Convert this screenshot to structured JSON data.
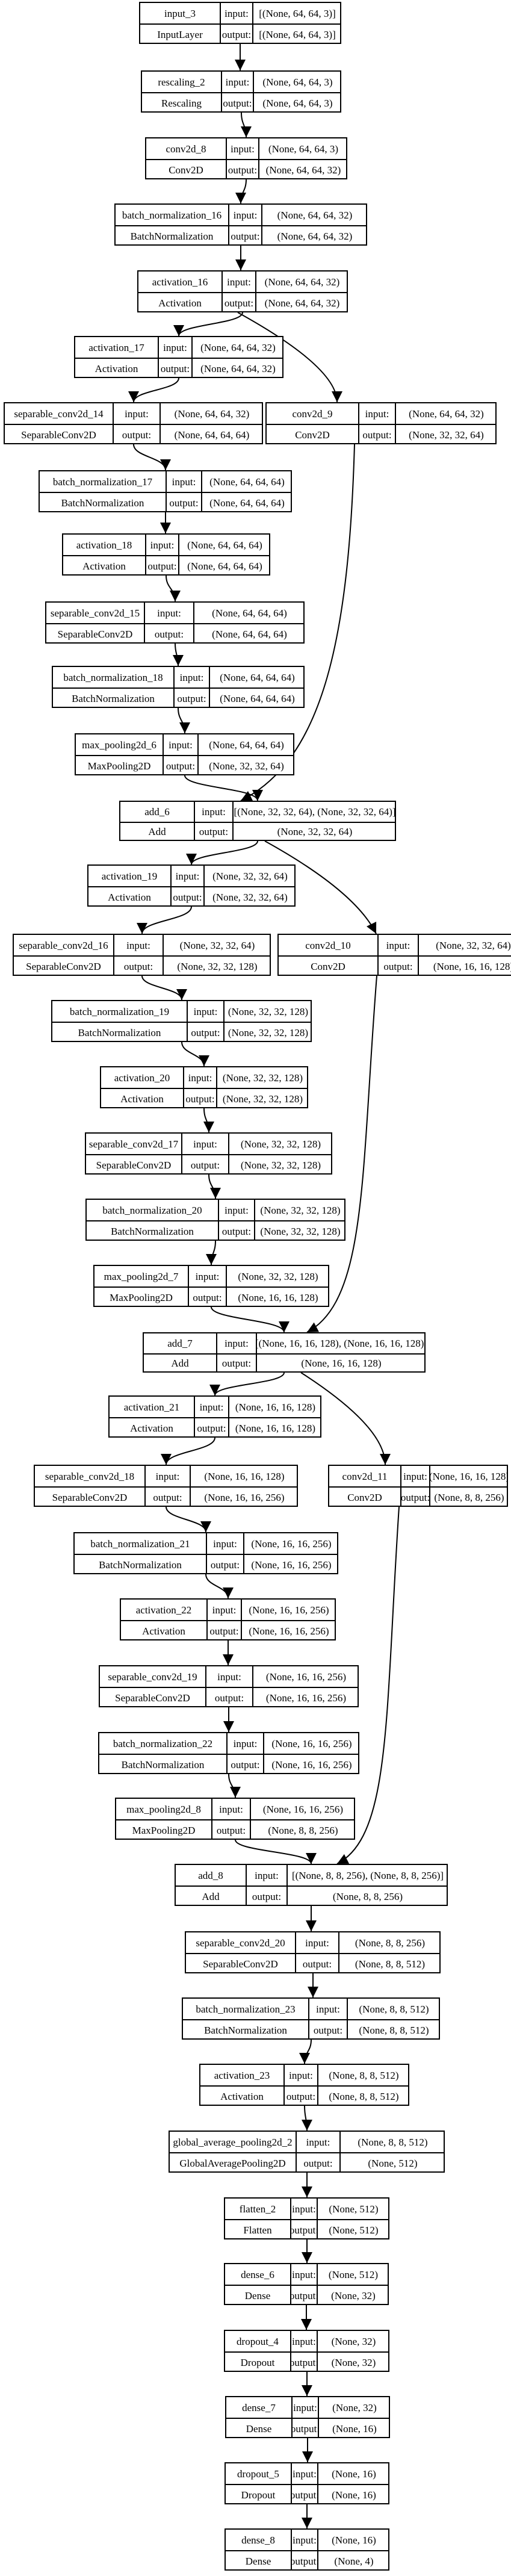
{
  "labels": {
    "input": "input:",
    "output": "output:"
  },
  "nodes": [
    {
      "id": "input_3",
      "name": "input_3",
      "type": "InputLayer",
      "input": "[(None, 64, 64, 3)]",
      "output": "[(None, 64, 64, 3)]"
    },
    {
      "id": "rescaling_2",
      "name": "rescaling_2",
      "type": "Rescaling",
      "input": "(None, 64, 64, 3)",
      "output": "(None, 64, 64, 3)"
    },
    {
      "id": "conv2d_8",
      "name": "conv2d_8",
      "type": "Conv2D",
      "input": "(None, 64, 64, 3)",
      "output": "(None, 64, 64, 32)"
    },
    {
      "id": "batch_normalization_16",
      "name": "batch_normalization_16",
      "type": "BatchNormalization",
      "input": "(None, 64, 64, 32)",
      "output": "(None, 64, 64, 32)"
    },
    {
      "id": "activation_16",
      "name": "activation_16",
      "type": "Activation",
      "input": "(None, 64, 64, 32)",
      "output": "(None, 64, 64, 32)"
    },
    {
      "id": "activation_17",
      "name": "activation_17",
      "type": "Activation",
      "input": "(None, 64, 64, 32)",
      "output": "(None, 64, 64, 32)"
    },
    {
      "id": "separable_conv2d_14",
      "name": "separable_conv2d_14",
      "type": "SeparableConv2D",
      "input": "(None, 64, 64, 32)",
      "output": "(None, 64, 64, 64)"
    },
    {
      "id": "conv2d_9",
      "name": "conv2d_9",
      "type": "Conv2D",
      "input": "(None, 64, 64, 32)",
      "output": "(None, 32, 32, 64)"
    },
    {
      "id": "batch_normalization_17",
      "name": "batch_normalization_17",
      "type": "BatchNormalization",
      "input": "(None, 64, 64, 64)",
      "output": "(None, 64, 64, 64)"
    },
    {
      "id": "activation_18",
      "name": "activation_18",
      "type": "Activation",
      "input": "(None, 64, 64, 64)",
      "output": "(None, 64, 64, 64)"
    },
    {
      "id": "separable_conv2d_15",
      "name": "separable_conv2d_15",
      "type": "SeparableConv2D",
      "input": "(None, 64, 64, 64)",
      "output": "(None, 64, 64, 64)"
    },
    {
      "id": "batch_normalization_18",
      "name": "batch_normalization_18",
      "type": "BatchNormalization",
      "input": "(None, 64, 64, 64)",
      "output": "(None, 64, 64, 64)"
    },
    {
      "id": "max_pooling2d_6",
      "name": "max_pooling2d_6",
      "type": "MaxPooling2D",
      "input": "(None, 64, 64, 64)",
      "output": "(None, 32, 32, 64)"
    },
    {
      "id": "add_6",
      "name": "add_6",
      "type": "Add",
      "input": "[(None, 32, 32, 64), (None, 32, 32, 64)]",
      "output": "(None, 32, 32, 64)"
    },
    {
      "id": "activation_19",
      "name": "activation_19",
      "type": "Activation",
      "input": "(None, 32, 32, 64)",
      "output": "(None, 32, 32, 64)"
    },
    {
      "id": "separable_conv2d_16",
      "name": "separable_conv2d_16",
      "type": "SeparableConv2D",
      "input": "(None, 32, 32, 64)",
      "output": "(None, 32, 32, 128)"
    },
    {
      "id": "conv2d_10",
      "name": "conv2d_10",
      "type": "Conv2D",
      "input": "(None, 32, 32, 64)",
      "output": "(None, 16, 16, 128)"
    },
    {
      "id": "batch_normalization_19",
      "name": "batch_normalization_19",
      "type": "BatchNormalization",
      "input": "(None, 32, 32, 128)",
      "output": "(None, 32, 32, 128)"
    },
    {
      "id": "activation_20",
      "name": "activation_20",
      "type": "Activation",
      "input": "(None, 32, 32, 128)",
      "output": "(None, 32, 32, 128)"
    },
    {
      "id": "separable_conv2d_17",
      "name": "separable_conv2d_17",
      "type": "SeparableConv2D",
      "input": "(None, 32, 32, 128)",
      "output": "(None, 32, 32, 128)"
    },
    {
      "id": "batch_normalization_20",
      "name": "batch_normalization_20",
      "type": "BatchNormalization",
      "input": "(None, 32, 32, 128)",
      "output": "(None, 32, 32, 128)"
    },
    {
      "id": "max_pooling2d_7",
      "name": "max_pooling2d_7",
      "type": "MaxPooling2D",
      "input": "(None, 32, 32, 128)",
      "output": "(None, 16, 16, 128)"
    },
    {
      "id": "add_7",
      "name": "add_7",
      "type": "Add",
      "input": "[(None, 16, 16, 128), (None, 16, 16, 128)]",
      "output": "(None, 16, 16, 128)"
    },
    {
      "id": "activation_21",
      "name": "activation_21",
      "type": "Activation",
      "input": "(None, 16, 16, 128)",
      "output": "(None, 16, 16, 128)"
    },
    {
      "id": "separable_conv2d_18",
      "name": "separable_conv2d_18",
      "type": "SeparableConv2D",
      "input": "(None, 16, 16, 128)",
      "output": "(None, 16, 16, 256)"
    },
    {
      "id": "conv2d_11",
      "name": "conv2d_11",
      "type": "Conv2D",
      "input": "(None, 16, 16, 128)",
      "output": "(None, 8, 8, 256)"
    },
    {
      "id": "batch_normalization_21",
      "name": "batch_normalization_21",
      "type": "BatchNormalization",
      "input": "(None, 16, 16, 256)",
      "output": "(None, 16, 16, 256)"
    },
    {
      "id": "activation_22",
      "name": "activation_22",
      "type": "Activation",
      "input": "(None, 16, 16, 256)",
      "output": "(None, 16, 16, 256)"
    },
    {
      "id": "separable_conv2d_19",
      "name": "separable_conv2d_19",
      "type": "SeparableConv2D",
      "input": "(None, 16, 16, 256)",
      "output": "(None, 16, 16, 256)"
    },
    {
      "id": "batch_normalization_22",
      "name": "batch_normalization_22",
      "type": "BatchNormalization",
      "input": "(None, 16, 16, 256)",
      "output": "(None, 16, 16, 256)"
    },
    {
      "id": "max_pooling2d_8",
      "name": "max_pooling2d_8",
      "type": "MaxPooling2D",
      "input": "(None, 16, 16, 256)",
      "output": "(None, 8, 8, 256)"
    },
    {
      "id": "add_8",
      "name": "add_8",
      "type": "Add",
      "input": "[(None, 8, 8, 256), (None, 8, 8, 256)]",
      "output": "(None, 8, 8, 256)"
    },
    {
      "id": "separable_conv2d_20",
      "name": "separable_conv2d_20",
      "type": "SeparableConv2D",
      "input": "(None, 8, 8, 256)",
      "output": "(None, 8, 8, 512)"
    },
    {
      "id": "batch_normalization_23",
      "name": "batch_normalization_23",
      "type": "BatchNormalization",
      "input": "(None, 8, 8, 512)",
      "output": "(None, 8, 8, 512)"
    },
    {
      "id": "activation_23",
      "name": "activation_23",
      "type": "Activation",
      "input": "(None, 8, 8, 512)",
      "output": "(None, 8, 8, 512)"
    },
    {
      "id": "global_average_pooling2d_2",
      "name": "global_average_pooling2d_2",
      "type": "GlobalAveragePooling2D",
      "input": "(None, 8, 8, 512)",
      "output": "(None, 512)"
    },
    {
      "id": "flatten_2",
      "name": "flatten_2",
      "type": "Flatten",
      "input": "(None, 512)",
      "output": "(None, 512)"
    },
    {
      "id": "dense_6",
      "name": "dense_6",
      "type": "Dense",
      "input": "(None, 512)",
      "output": "(None, 32)"
    },
    {
      "id": "dropout_4",
      "name": "dropout_4",
      "type": "Dropout",
      "input": "(None, 32)",
      "output": "(None, 32)"
    },
    {
      "id": "dense_7",
      "name": "dense_7",
      "type": "Dense",
      "input": "(None, 32)",
      "output": "(None, 16)"
    },
    {
      "id": "dropout_5",
      "name": "dropout_5",
      "type": "Dropout",
      "input": "(None, 16)",
      "output": "(None, 16)"
    },
    {
      "id": "dense_8",
      "name": "dense_8",
      "type": "Dense",
      "input": "(None, 16)",
      "output": "(None, 4)"
    }
  ],
  "edges": [
    [
      "input_3",
      "rescaling_2"
    ],
    [
      "rescaling_2",
      "conv2d_8"
    ],
    [
      "conv2d_8",
      "batch_normalization_16"
    ],
    [
      "batch_normalization_16",
      "activation_16"
    ],
    [
      "activation_16",
      "activation_17"
    ],
    [
      "activation_16",
      "conv2d_9"
    ],
    [
      "activation_17",
      "separable_conv2d_14"
    ],
    [
      "separable_conv2d_14",
      "batch_normalization_17"
    ],
    [
      "batch_normalization_17",
      "activation_18"
    ],
    [
      "activation_18",
      "separable_conv2d_15"
    ],
    [
      "separable_conv2d_15",
      "batch_normalization_18"
    ],
    [
      "batch_normalization_18",
      "max_pooling2d_6"
    ],
    [
      "max_pooling2d_6",
      "add_6"
    ],
    [
      "conv2d_9",
      "add_6"
    ],
    [
      "add_6",
      "activation_19"
    ],
    [
      "add_6",
      "conv2d_10"
    ],
    [
      "activation_19",
      "separable_conv2d_16"
    ],
    [
      "separable_conv2d_16",
      "batch_normalization_19"
    ],
    [
      "batch_normalization_19",
      "activation_20"
    ],
    [
      "activation_20",
      "separable_conv2d_17"
    ],
    [
      "separable_conv2d_17",
      "batch_normalization_20"
    ],
    [
      "batch_normalization_20",
      "max_pooling2d_7"
    ],
    [
      "max_pooling2d_7",
      "add_7"
    ],
    [
      "conv2d_10",
      "add_7"
    ],
    [
      "add_7",
      "activation_21"
    ],
    [
      "add_7",
      "conv2d_11"
    ],
    [
      "activation_21",
      "separable_conv2d_18"
    ],
    [
      "separable_conv2d_18",
      "batch_normalization_21"
    ],
    [
      "batch_normalization_21",
      "activation_22"
    ],
    [
      "activation_22",
      "separable_conv2d_19"
    ],
    [
      "separable_conv2d_19",
      "batch_normalization_22"
    ],
    [
      "batch_normalization_22",
      "max_pooling2d_8"
    ],
    [
      "max_pooling2d_8",
      "add_8"
    ],
    [
      "conv2d_11",
      "add_8"
    ],
    [
      "add_8",
      "separable_conv2d_20"
    ],
    [
      "separable_conv2d_20",
      "batch_normalization_23"
    ],
    [
      "batch_normalization_23",
      "activation_23"
    ],
    [
      "activation_23",
      "global_average_pooling2d_2"
    ],
    [
      "global_average_pooling2d_2",
      "flatten_2"
    ],
    [
      "flatten_2",
      "dense_6"
    ],
    [
      "dense_6",
      "dropout_4"
    ],
    [
      "dropout_4",
      "dense_7"
    ],
    [
      "dense_7",
      "dropout_5"
    ],
    [
      "dropout_5",
      "dense_8"
    ]
  ]
}
